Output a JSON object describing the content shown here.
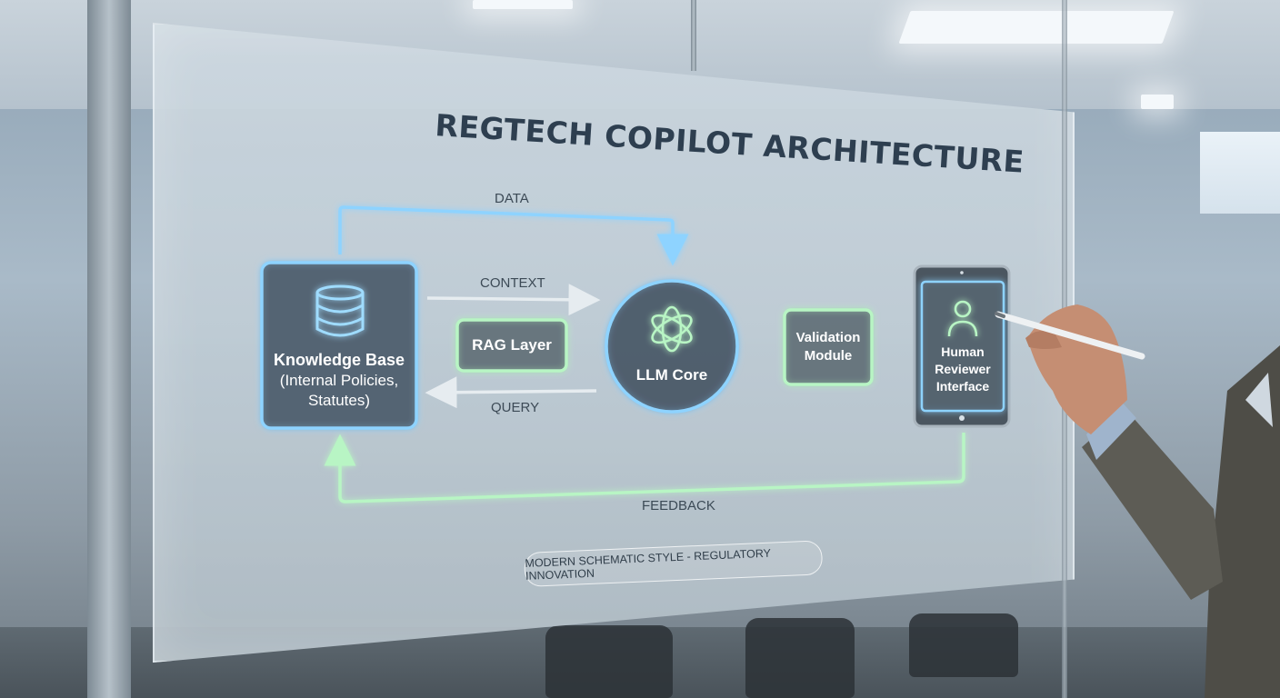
{
  "diagram": {
    "title": "REGTECH COPILOT ARCHITECTURE",
    "nodes": {
      "knowledge_base": {
        "title": "Knowledge Base",
        "sub1": "(Internal Policies,",
        "sub2": "Statutes)"
      },
      "rag_layer": {
        "label": "RAG Layer"
      },
      "llm_core": {
        "label": "LLM Core"
      },
      "validation": {
        "line1": "Validation",
        "line2": "Module"
      },
      "reviewer": {
        "line1": "Human",
        "line2": "Reviewer",
        "line3": "Interface"
      }
    },
    "edges": {
      "data": "DATA",
      "context": "CONTEXT",
      "query": "QUERY",
      "feedback": "FEEDBACK"
    },
    "caption": "MODERN SCHEMATIC STYLE - REGULATORY INNOVATION",
    "icons": [
      "database-icon",
      "ai-knot-icon",
      "person-icon"
    ],
    "colors": {
      "blue_glow": "#8ed3ff",
      "green_glow": "#b8f5c4"
    }
  }
}
